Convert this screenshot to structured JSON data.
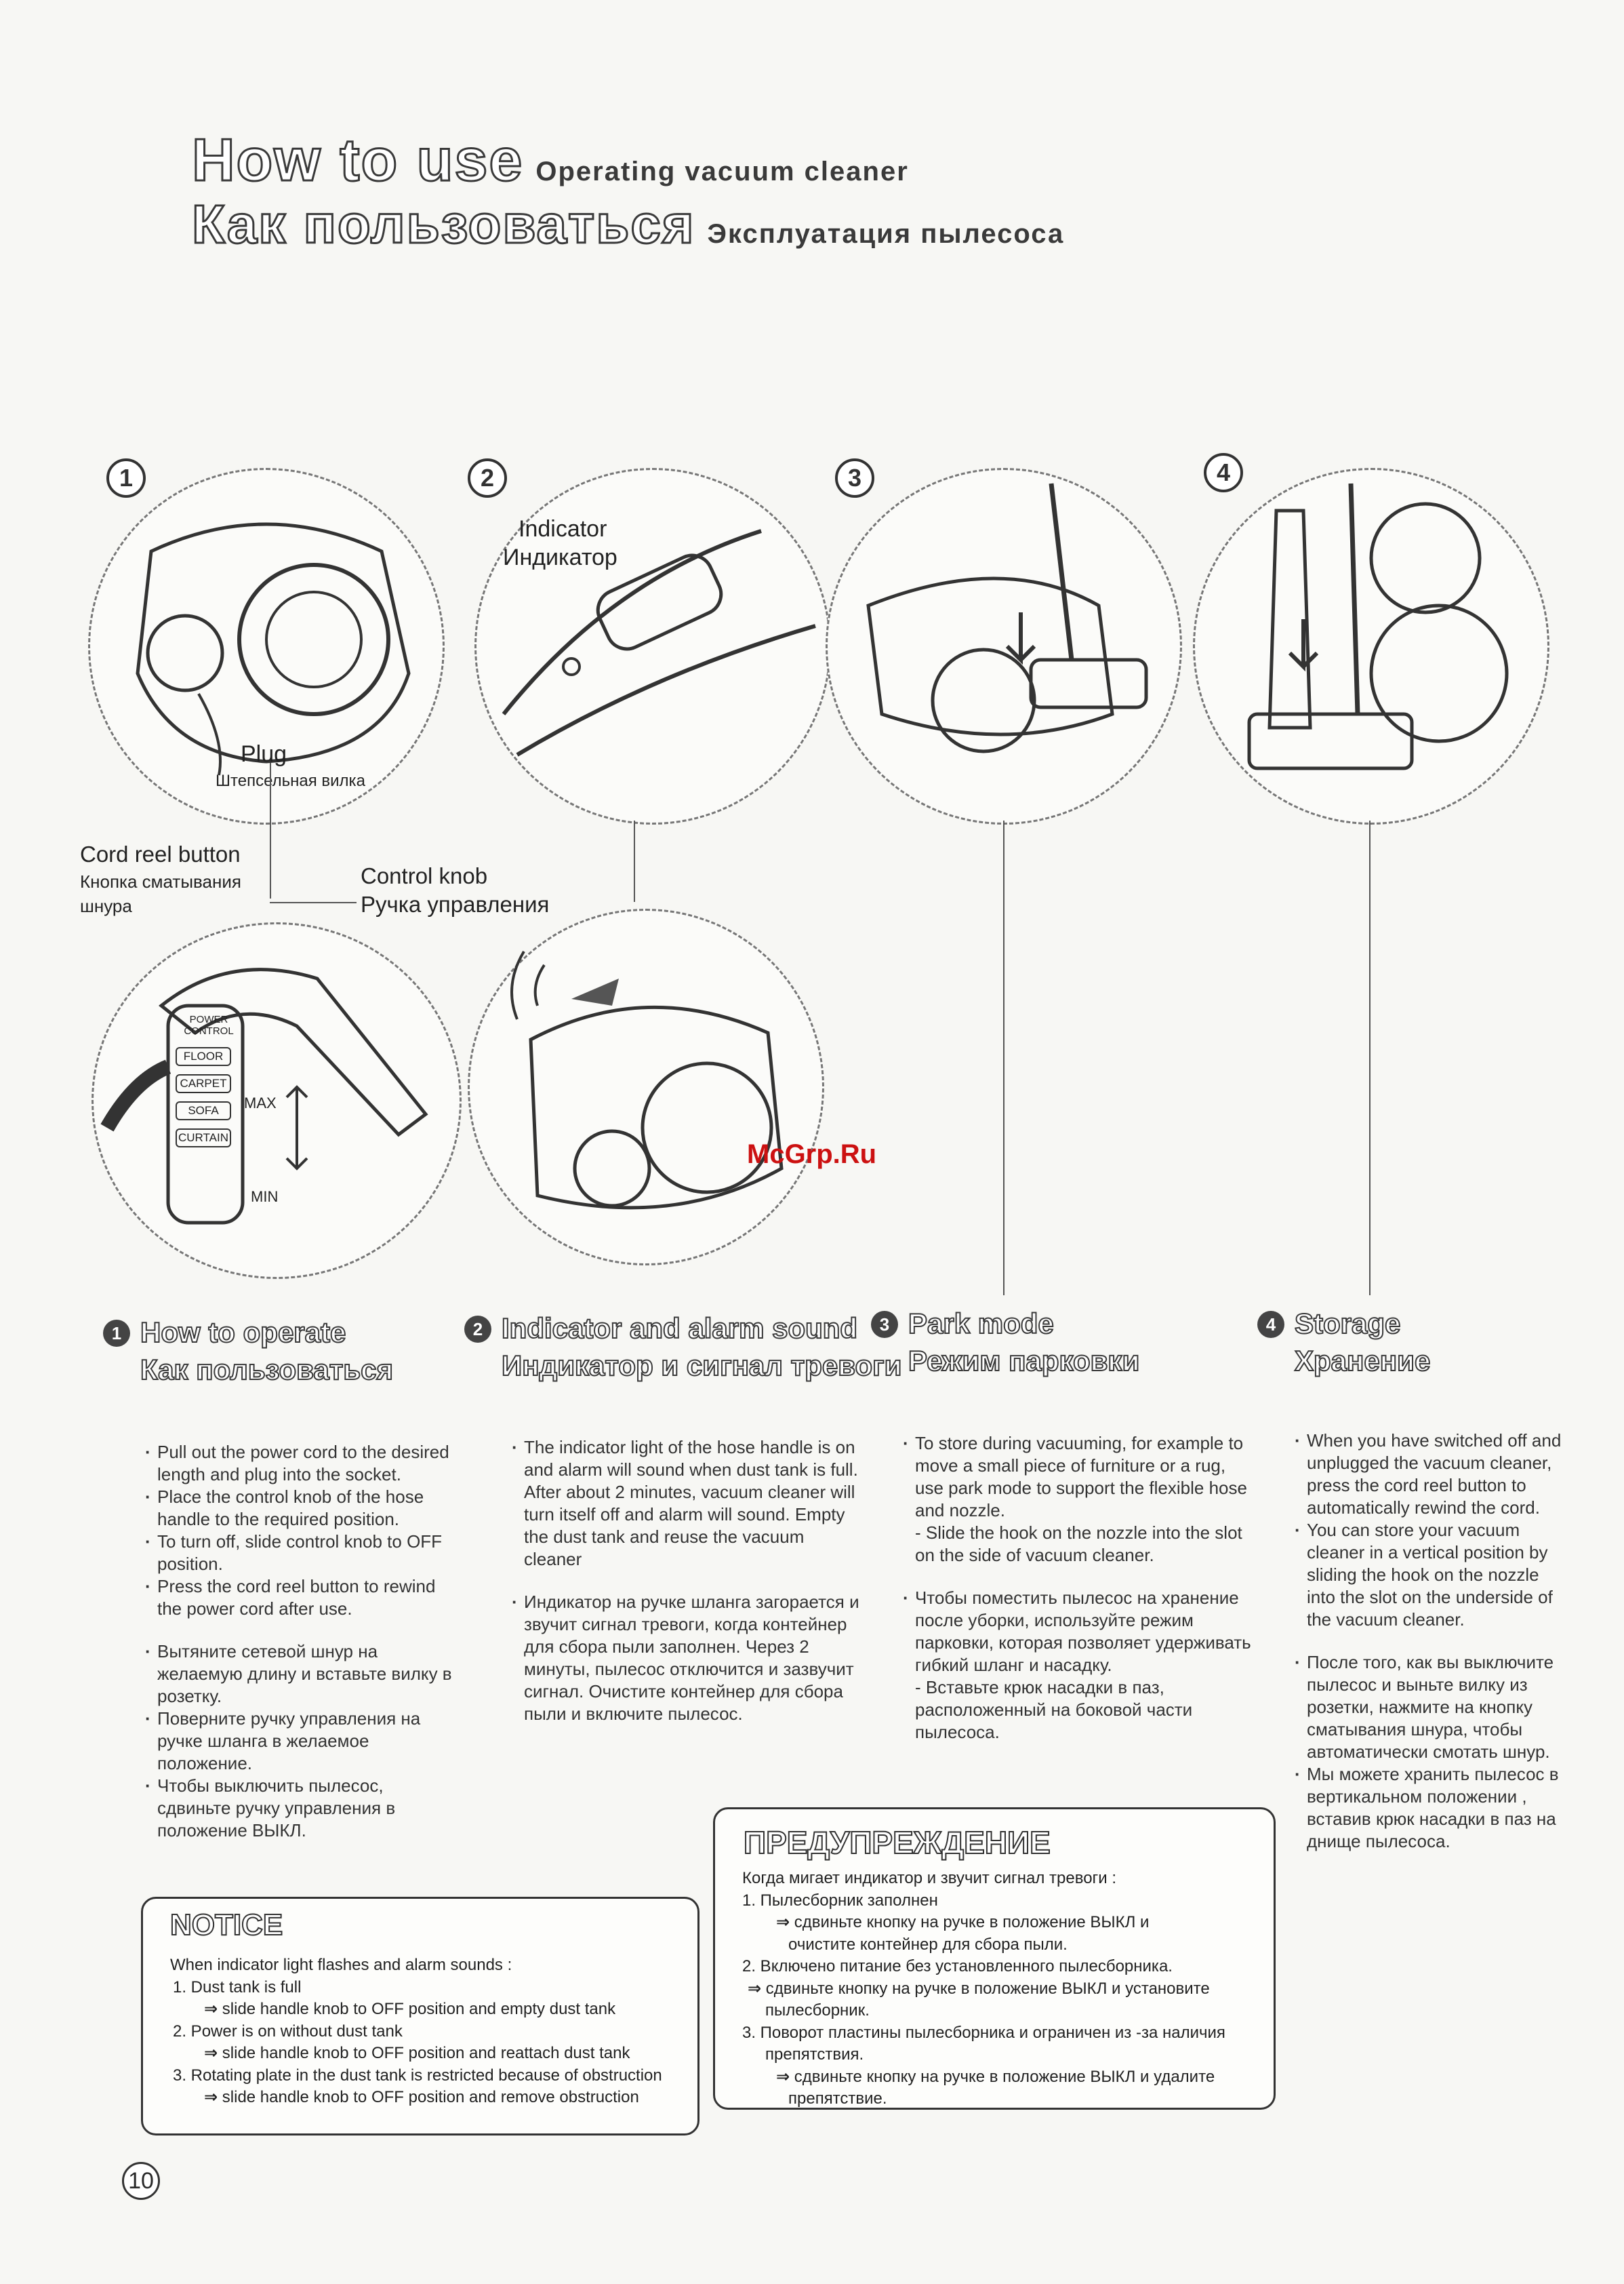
{
  "title": {
    "en_main": "How to use",
    "en_sub": "Operating vacuum cleaner",
    "ru_main": "Как пользоваться",
    "ru_sub": "Эксплуатация пылесоса"
  },
  "figures": {
    "num1": "1",
    "num2": "2",
    "num3": "3",
    "num4": "4",
    "indicator_en": "Indicator",
    "indicator_ru": "Индикатор",
    "plug_en": "Plug",
    "plug_ru": "Штепсельная вилка",
    "cord_reel_en": "Cord reel button",
    "cord_reel_ru": "Кнопка сматывания шнура",
    "control_knob_en": "Control knob",
    "control_knob_ru": "Ручка управления",
    "power_control": "POWER CONTROL",
    "floor": "FLOOR",
    "carpet": "CARPET",
    "sofa": "SOFA",
    "curtain": "CURTAIN",
    "max": "MAX",
    "min": "MIN"
  },
  "watermark": "McGrp.Ru",
  "sections": [
    {
      "num": "1",
      "title_en": "How to operate",
      "title_ru": "Как пользоваться",
      "items_en": [
        "Pull out the power cord to the desired length and plug into the socket.",
        "Place the control knob of the hose handle to the required position.",
        "To turn off, slide control knob to OFF position.",
        "Press the cord reel button to rewind the power cord after use."
      ],
      "items_ru": [
        "Вытяните сетевой шнур на желаемую длину и вставьте вилку в розетку.",
        "Поверните ручку управления на ручке шланга в желаемое положение.",
        "Чтобы выключить пылесос, сдвиньте ручку управления в положение ВЫКЛ."
      ]
    },
    {
      "num": "2",
      "title_en": "Indicator and alarm sound",
      "title_ru": "Индикатор и сигнал тревоги",
      "items_en": [
        "The indicator light of the hose handle is on and alarm will sound when dust tank is full. After about 2 minutes, vacuum cleaner will turn itself off and alarm will sound. Empty the dust tank and reuse the vacuum cleaner"
      ],
      "items_ru": [
        "Индикатор на ручке шланга загорается и звучит сигнал тревоги, когда контейнер для сбора пыли заполнен. Через 2 минуты, пылесос отключится и зазвучит сигнал. Очистите контейнер для сбора пыли и включите пылесос."
      ]
    },
    {
      "num": "3",
      "title_en": "Park mode",
      "title_ru": "Режим парковки",
      "items_en": [
        "To store during vacuuming, for example to move a small piece of furniture or a rug, use park mode to support the flexible hose and nozzle."
      ],
      "sub_en": "- Slide the hook on the nozzle into the slot on the side of vacuum cleaner.",
      "items_ru": [
        "Чтобы поместить пылесос на хранение после уборки, используйте режим парковки, которая позволяет удерживать гибкий шланг и насадку."
      ],
      "sub_ru": "- Вставьте крюк насадки в паз, расположенный на боковой части пылесоса."
    },
    {
      "num": "4",
      "title_en": "Storage",
      "title_ru": "Хранение",
      "items_en": [
        "When you have switched off and unplugged the vacuum cleaner, press the cord reel button to automatically rewind the cord.",
        "You can store your vacuum cleaner in a vertical position by sliding the hook on the nozzle into the slot on the underside of the vacuum cleaner."
      ],
      "items_ru": [
        "После того, как вы выключите пылесос и выньте вилку из розетки, нажмите на кнопку сматывания шнура, чтобы автоматически смотать шнур.",
        "Мы можете хранить пылесос в вертикальном положении , вставив крюк насадки в паз на днище пылесоса."
      ]
    }
  ],
  "notice": {
    "title": "NOTICE",
    "intro": "When indicator light flashes and alarm sounds :",
    "l1": "1. Dust tank is full",
    "l1a": "slide handle knob to OFF position and empty dust tank",
    "l2": "2. Power is on without dust tank",
    "l2a": "slide handle knob to OFF position and reattach dust tank",
    "l3": "3. Rotating plate in the dust tank is restricted because of obstruction",
    "l3a": "slide handle knob to OFF position and remove obstruction"
  },
  "warning": {
    "title": "ПРЕДУПРЕЖДЕНИЕ",
    "intro": "Когда мигает индикатор и звучит сигнал тревоги :",
    "l1": "1. Пылесборник заполнен",
    "l1a": "сдвиньте кнопку на ручке в положение ВЫКЛ и",
    "l1b": "очистите контейнер для сбора пыли.",
    "l2": "2. Включено питание без установленного пылесборника.",
    "l2a": "сдвиньте кнопку на ручке в положение ВЫКЛ и установите",
    "l2b": "пылесборник.",
    "l3": "3. Поворот пластины пылесборника и ограничен из -за наличия",
    "l3b": "препятствия.",
    "l3a": "сдвиньте кнопку на ручке в положение ВЫКЛ и удалите",
    "l3c": "препятствие."
  },
  "page_number": "10"
}
